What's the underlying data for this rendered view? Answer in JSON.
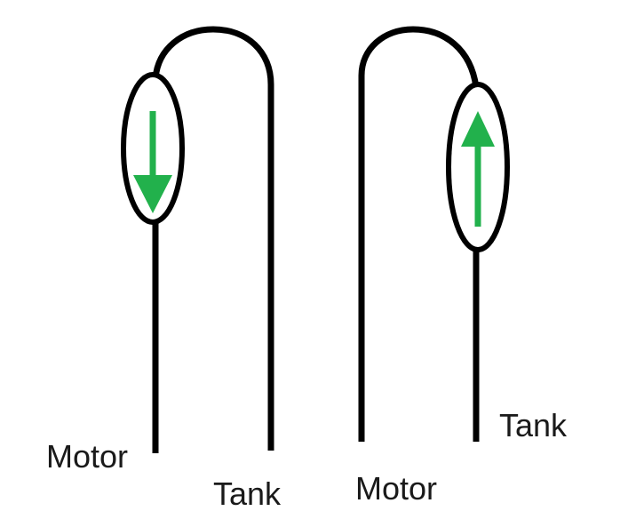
{
  "colors": {
    "line": "#000000",
    "arrow": "#22b14c",
    "background": "#ffffff"
  },
  "left_circuit": {
    "motor_label": "Motor",
    "tank_label": "Tank",
    "flow_direction": "down",
    "flow_icon": "arrow-down-icon"
  },
  "right_circuit": {
    "motor_label": "Motor",
    "tank_label": "Tank",
    "flow_direction": "up",
    "flow_icon": "arrow-up-icon"
  }
}
